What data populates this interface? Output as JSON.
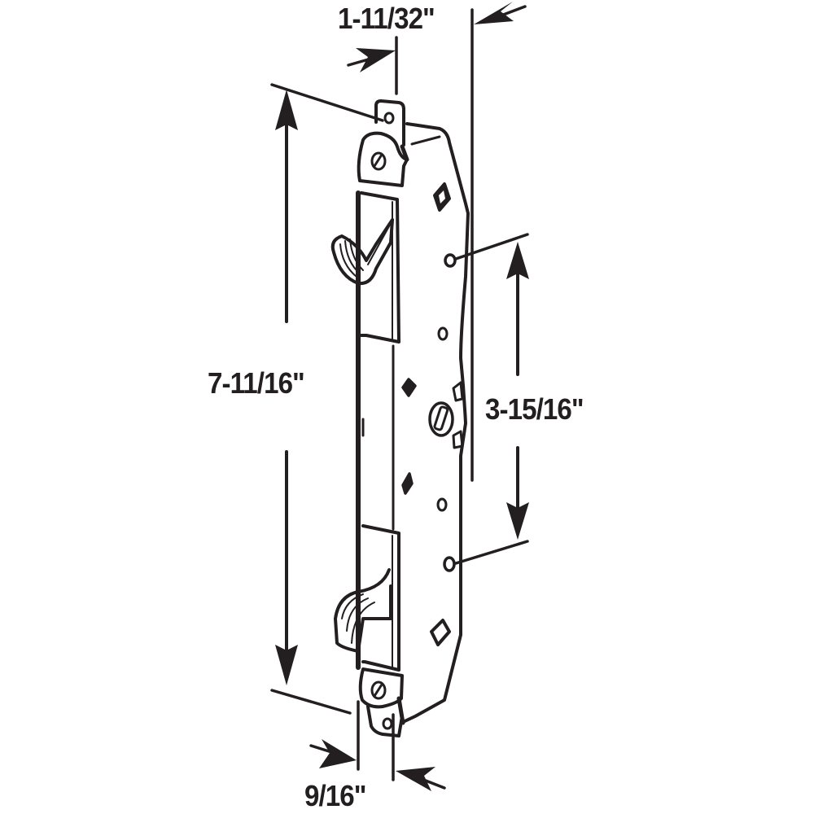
{
  "diagram": {
    "subject": "Mortise lock (sliding door) dimension drawing",
    "colors": {
      "line": "#231f20",
      "background": "#ffffff"
    },
    "dimensions": {
      "overall_height": {
        "label": "7-11/16\""
      },
      "body_width": {
        "label": "1-11/32\""
      },
      "hook_spacing": {
        "label": "3-15/16\""
      },
      "faceplate_width": {
        "label": "9/16\""
      }
    }
  }
}
